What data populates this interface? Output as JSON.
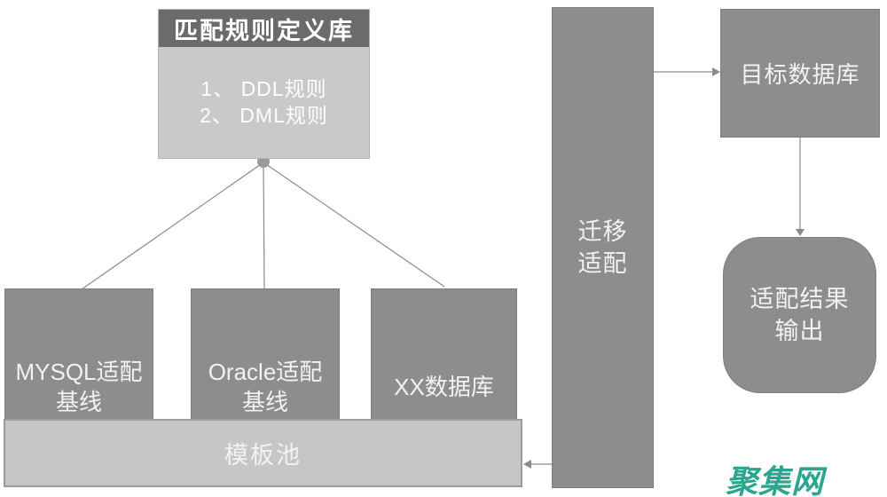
{
  "colors": {
    "box_gray": "#8d8d8d",
    "header_gray": "#6b6b6b",
    "body_light": "#c9c9c9",
    "pool_fill": "#c6c6c6",
    "pool_border": "#9b9b9b",
    "connector": "#8a8a8a",
    "dot": "#9a9a9a",
    "box_text": "#f2f2f2",
    "watermark": "#2ba58e"
  },
  "rule_library": {
    "title": "匹配规则定义库",
    "rules": [
      "1、 DDL规则",
      "2、 DML规则"
    ]
  },
  "baselines": [
    {
      "line1": "MYSQL适配",
      "line2": "基线"
    },
    {
      "line1": "Oracle适配",
      "line2": "基线"
    },
    {
      "line1": "XX数据库",
      "line2": ""
    }
  ],
  "pool": {
    "label": "模板池"
  },
  "migration": {
    "line1": "迁移",
    "line2": "适配"
  },
  "target_db": {
    "label": "目标数据库"
  },
  "result_output": {
    "line1": "适配结果",
    "line2": "输出"
  },
  "watermark": {
    "label": "聚集网"
  }
}
